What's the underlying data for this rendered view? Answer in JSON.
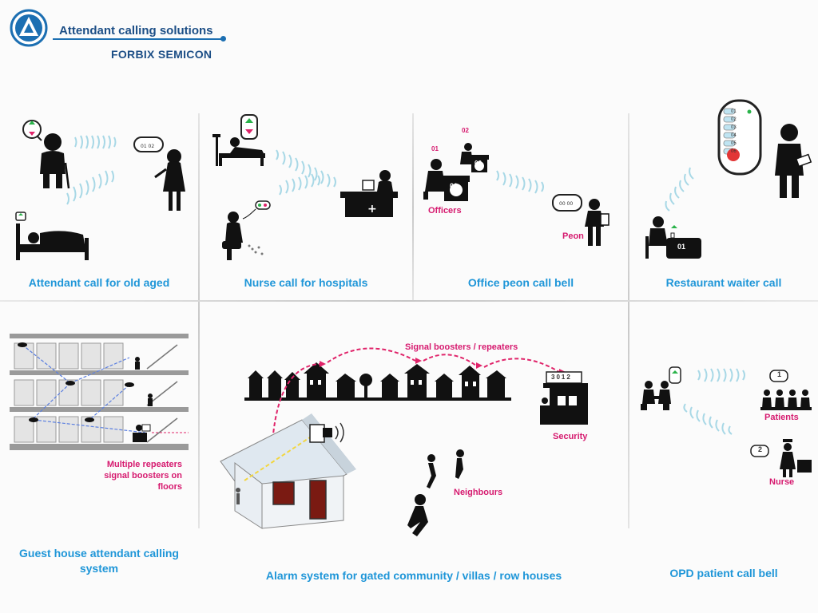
{
  "header": {
    "title": "Attendant calling solutions",
    "company": "FORBIX SEMICON"
  },
  "panels": {
    "old_aged": {
      "caption": "Attendant call for old aged"
    },
    "hospital": {
      "caption": "Nurse call for hospitals"
    },
    "office": {
      "caption": "Office peon call bell",
      "officers": "Officers",
      "peon": "Peon",
      "desk1": "01",
      "desk2": "02"
    },
    "restaurant": {
      "caption": "Restaurant waiter call",
      "table": "01",
      "menu": [
        "01",
        "02",
        "03",
        "04",
        "05",
        "06"
      ]
    },
    "guest_house": {
      "caption": "Guest house attendant calling system",
      "note": "Multiple repeaters signal boosters on floors"
    },
    "gated": {
      "caption": "Alarm system for gated community / villas / row houses",
      "boosters": "Signal boosters / repeaters",
      "security": "Security",
      "neighbours": "Neighbours",
      "display": "3012"
    },
    "opd": {
      "caption": "OPD patient call bell",
      "patients": "Patients",
      "nurse": "Nurse",
      "token1": "1",
      "token2": "2"
    }
  },
  "colors": {
    "brand": "#1c4e86",
    "caption": "#1f96d8",
    "accent_pink": "#d61a6f",
    "signal_wave": "#a8d8e6"
  }
}
